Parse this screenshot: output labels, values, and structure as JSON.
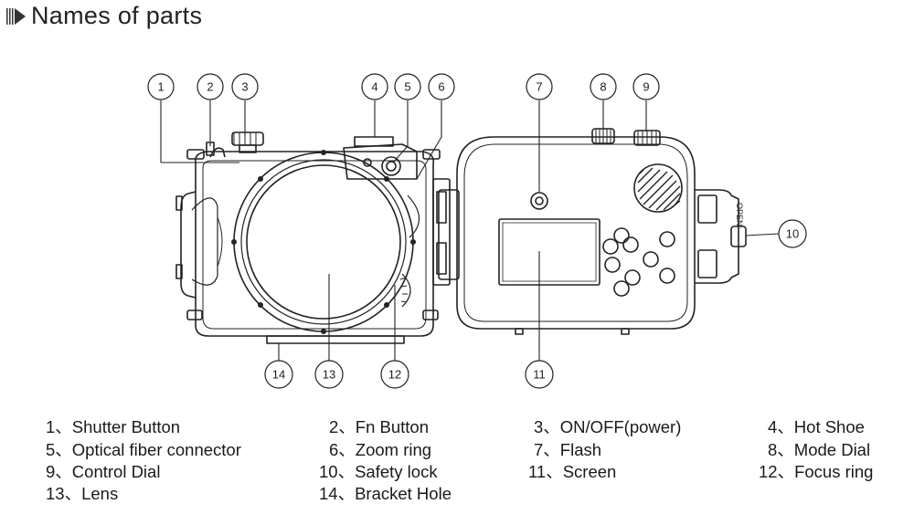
{
  "header": {
    "title": "Names of parts"
  },
  "callouts": [
    "1",
    "2",
    "3",
    "4",
    "5",
    "6",
    "7",
    "8",
    "9",
    "10",
    "11",
    "12",
    "13",
    "14"
  ],
  "open_label": "OPEN",
  "legend": [
    "1、Shutter Button",
    "2、Fn Button",
    "3、ON/OFF(power)",
    "4、Hot Shoe",
    "5、Optical fiber connector",
    "6、Zoom ring",
    "7、Flash",
    "8、Mode Dial",
    "9、Control Dial",
    "10、Safety lock",
    "11、Screen",
    "12、Focus ring",
    "13、Lens",
    "14、Bracket Hole"
  ],
  "colors": {
    "line": "#222222",
    "background": "#ffffff"
  },
  "icons": [
    "header-triangle-icon",
    "housing-front-drawing",
    "housing-back-drawing"
  ]
}
